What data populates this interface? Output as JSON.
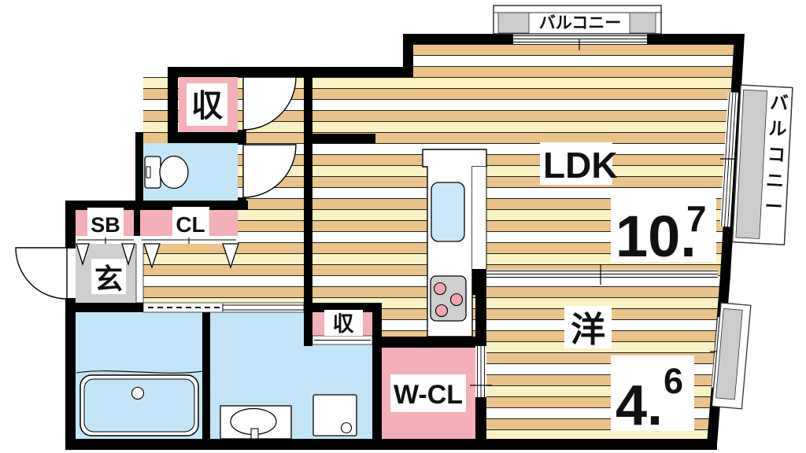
{
  "rooms": {
    "ldk": {
      "label": "LDK",
      "area_main": "10.",
      "area_sup": "7"
    },
    "western": {
      "label": "洋",
      "area_main": "4.",
      "area_sup": "6"
    },
    "entrance": {
      "label": "玄"
    },
    "closet_upper": {
      "label": "収"
    },
    "closet_washroom": {
      "label": "収"
    },
    "shoe_box": {
      "label": "SB"
    },
    "hall_closet": {
      "label": "CL"
    },
    "walk_in_closet": {
      "label": "W-CL"
    }
  },
  "balconies": {
    "top": {
      "label": "バルコニー"
    },
    "right": {
      "label": "バルコニー"
    }
  },
  "colors": {
    "wall": "#000000",
    "plank_tan": "#EBC389",
    "plank_cream": "#FAF2C4",
    "closet_pink": "#F5AFB8",
    "wet_area_blue": "#C2E6F7",
    "sink_blue": "#C9E9FA",
    "entrance_gray": "#CFCFCF",
    "fixture_gray": "#CCCCCC",
    "burner_pink": "#F1A6B0"
  }
}
